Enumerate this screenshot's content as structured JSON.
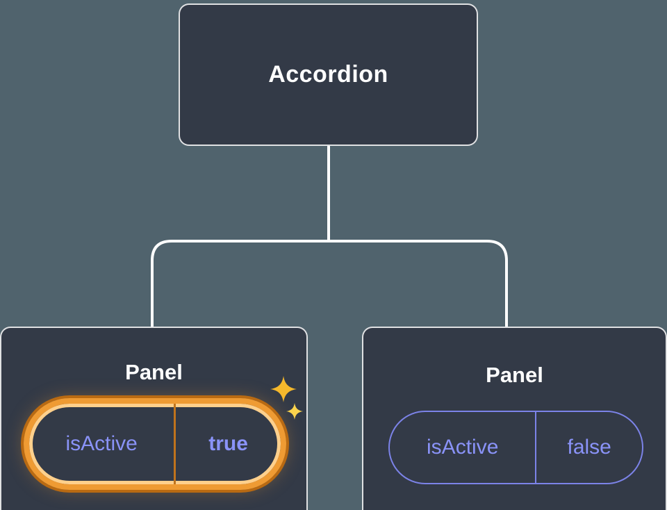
{
  "colors": {
    "background": "#50636d",
    "node_fill": "#333a47",
    "node_border": "#ffffff",
    "connector": "#ffffff",
    "pill_purple": "#8a93f8",
    "pill_border_purple": "#7c83e8",
    "active_ring_orange": "#ef9b33",
    "active_ring_dark": "#b96a12",
    "active_ring_light": "#ffd08c",
    "sparkle_gold_big": "#f5b82c",
    "sparkle_gold_small": "#fbd34d"
  },
  "tree": {
    "root": {
      "label": "Accordion"
    },
    "children": [
      {
        "label": "Panel",
        "prop_key": "isActive",
        "prop_value": "true",
        "active": true,
        "sparkles": true
      },
      {
        "label": "Panel",
        "prop_key": "isActive",
        "prop_value": "false",
        "active": false,
        "sparkles": false
      }
    ]
  }
}
